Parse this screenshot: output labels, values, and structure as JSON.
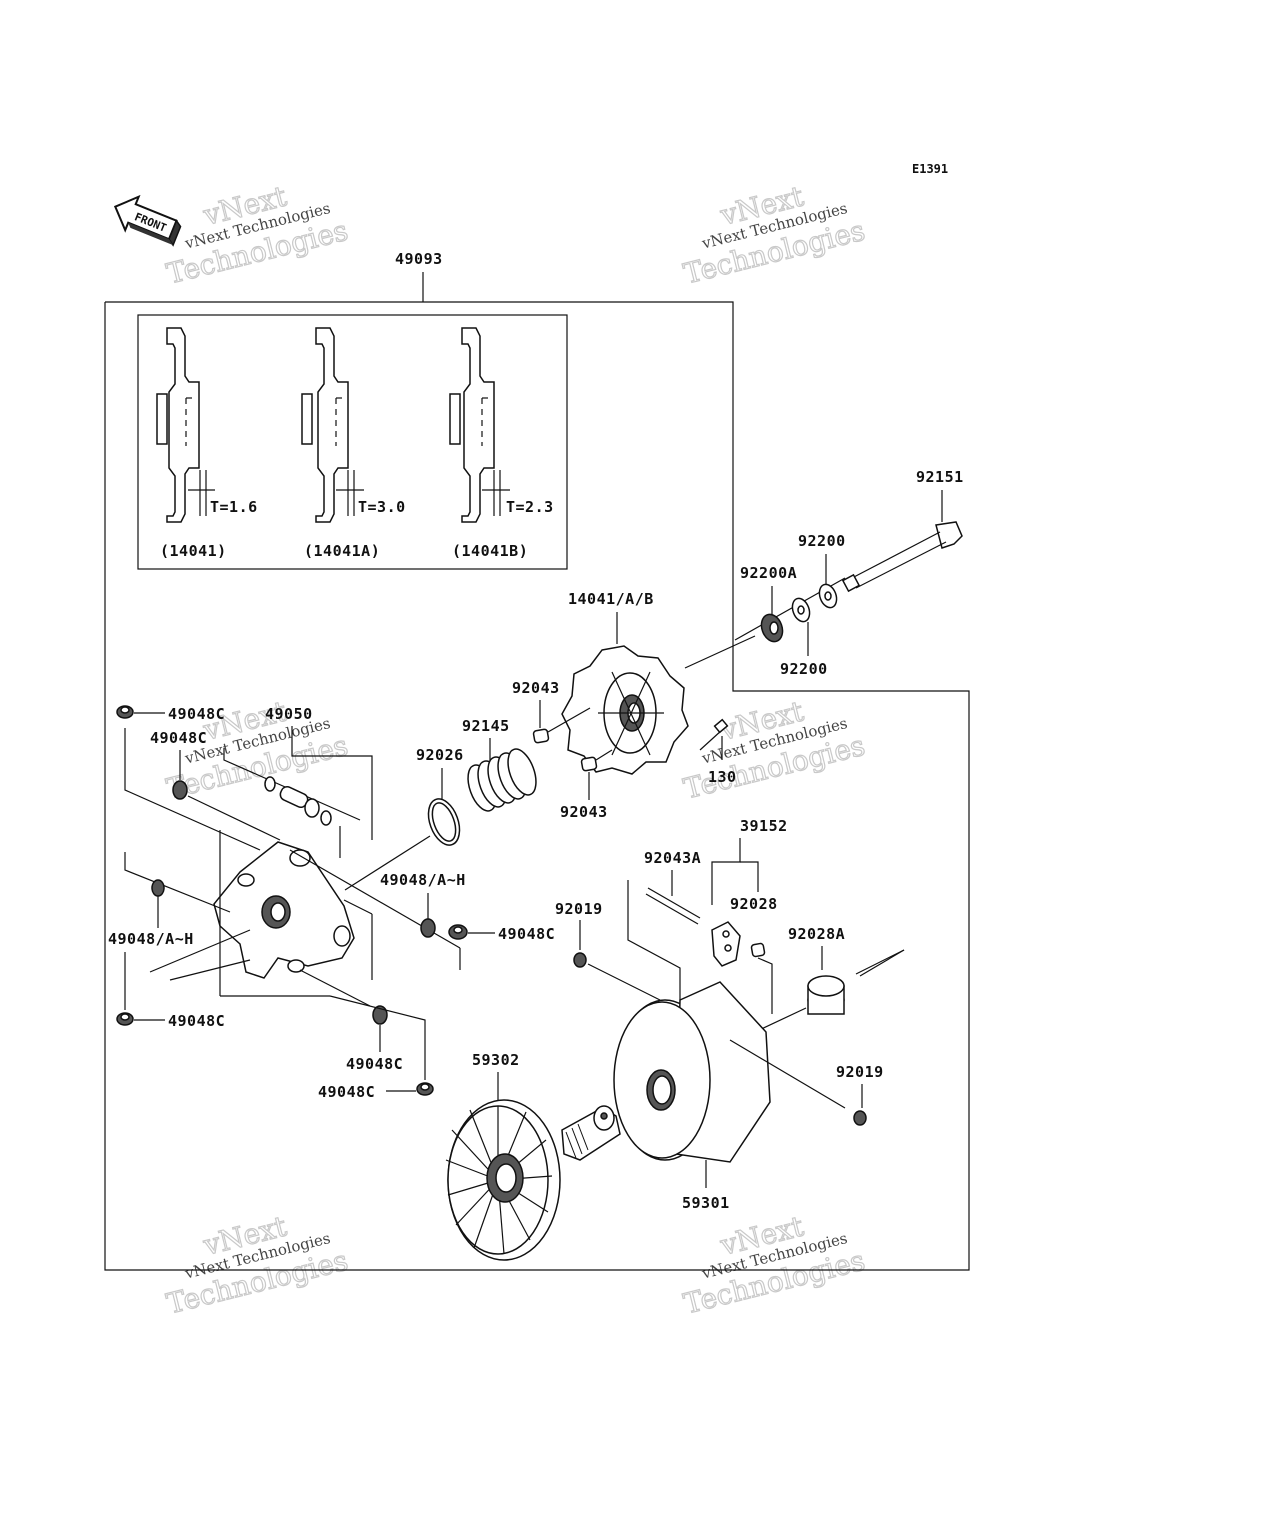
{
  "diagram_code": "E1391",
  "front_label": "FRONT",
  "watermark": {
    "line1": "vNext",
    "line2": "vNext Technologies",
    "line3": "Technologies"
  },
  "thickness_variants": [
    {
      "thickness": "T=1.6",
      "part": "(14041)"
    },
    {
      "thickness": "T=3.0",
      "part": "(14041A)"
    },
    {
      "thickness": "T=2.3",
      "part": "(14041B)"
    }
  ],
  "labels": {
    "p49093": "49093",
    "p92151": "92151",
    "p92200_top": "92200",
    "p92200A": "92200A",
    "p92200_bottom": "92200",
    "p14041AB": "14041/A/B",
    "p92043_top": "92043",
    "p92043_bottom": "92043",
    "p92145": "92145",
    "p92026": "92026",
    "p130": "130",
    "p49048C_1": "49048C",
    "p49050": "49050",
    "p49048C_2": "49048C",
    "p49048AH_right": "49048/A~H",
    "p49048C_3": "49048C",
    "p49048AH_left": "49048/A~H",
    "p49048C_4": "49048C",
    "p49048C_5": "49048C",
    "p49048C_6": "49048C",
    "p39152": "39152",
    "p92043A": "92043A",
    "p92028": "92028",
    "p92019_top": "92019",
    "p92028A": "92028A",
    "p92019_bottom": "92019",
    "p59302": "59302",
    "p59301": "59301"
  }
}
